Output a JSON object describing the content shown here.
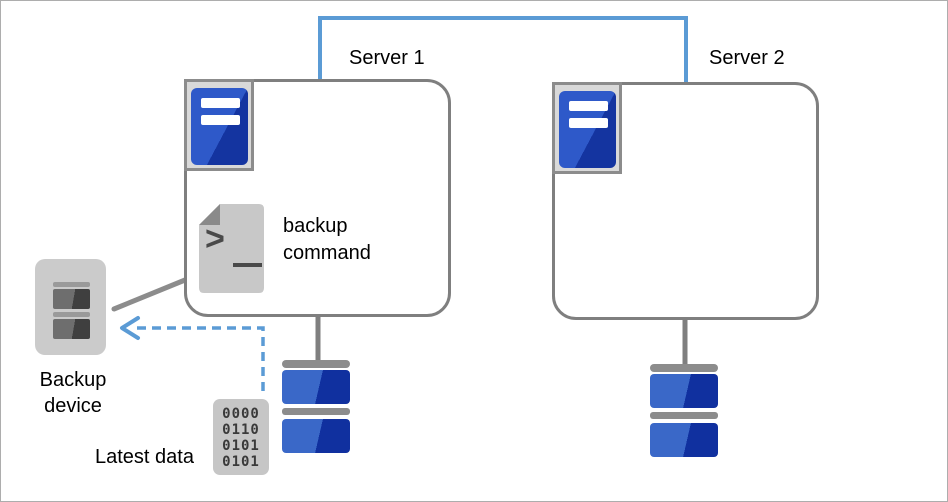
{
  "diagram": {
    "type": "backup-architecture-diagram",
    "colors": {
      "link_blue": "#5B9BD5",
      "server_blue_light": "#2E59C9",
      "server_blue_dark": "#1434A0",
      "disk_blue_light": "#3A68C8",
      "disk_blue_dark": "#10309F",
      "line_gray": "#7F7F7F",
      "icon_gray": "#C8C8C8"
    },
    "icons": [
      "server-icon",
      "terminal-document-icon",
      "disk-storage-icon",
      "backup-device-icon",
      "binary-data-icon",
      "dashed-arrow-icon"
    ]
  },
  "servers": [
    {
      "label": "Server 1"
    },
    {
      "label": "Server 2"
    }
  ],
  "backup_command": {
    "label_line1": "backup",
    "label_line2": "command"
  },
  "backup_device": {
    "label_line1": "Backup",
    "label_line2": "device"
  },
  "latest_data": {
    "label": "Latest data",
    "rows": [
      "0000",
      "0110",
      "0101",
      "0101"
    ]
  }
}
